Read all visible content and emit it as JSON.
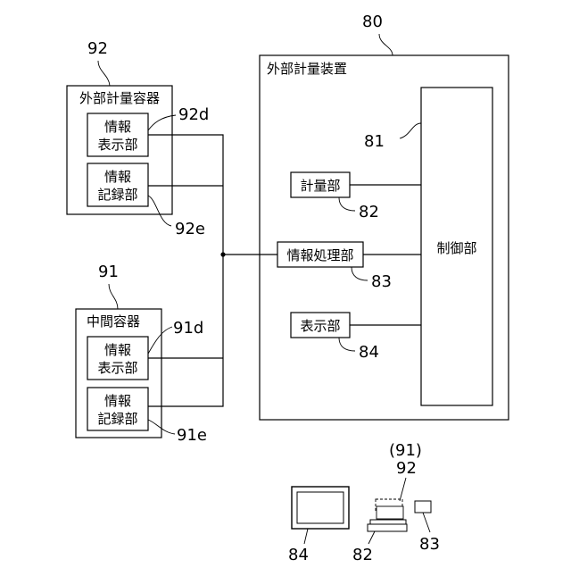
{
  "external_device": {
    "ref": "80",
    "title": "外部計量装置",
    "control_unit": "制御部",
    "measuring_unit": {
      "label": "計量部",
      "ref": "82"
    },
    "info_processing_unit": {
      "label": "情報処理部",
      "ref": "83"
    },
    "display_unit": {
      "label": "表示部",
      "ref": "84"
    },
    "control_ref": "81"
  },
  "external_container": {
    "ref": "92",
    "title": "外部計量容器",
    "info_display": {
      "label_line1": "情報",
      "label_line2": "表示部",
      "ref": "92d"
    },
    "info_record": {
      "label_line1": "情報",
      "label_line2": "記録部",
      "ref": "92e"
    }
  },
  "intermediate_container": {
    "ref": "91",
    "title": "中間容器",
    "info_display": {
      "label_line1": "情報",
      "label_line2": "表示部",
      "ref": "91d"
    },
    "info_record": {
      "label_line1": "情報",
      "label_line2": "記録部",
      "ref": "91e"
    }
  },
  "illustration": {
    "container_ref_paren": "(91)",
    "container_ref": "92",
    "monitor_ref": "84",
    "scale_ref": "82",
    "processor_ref": "83"
  }
}
